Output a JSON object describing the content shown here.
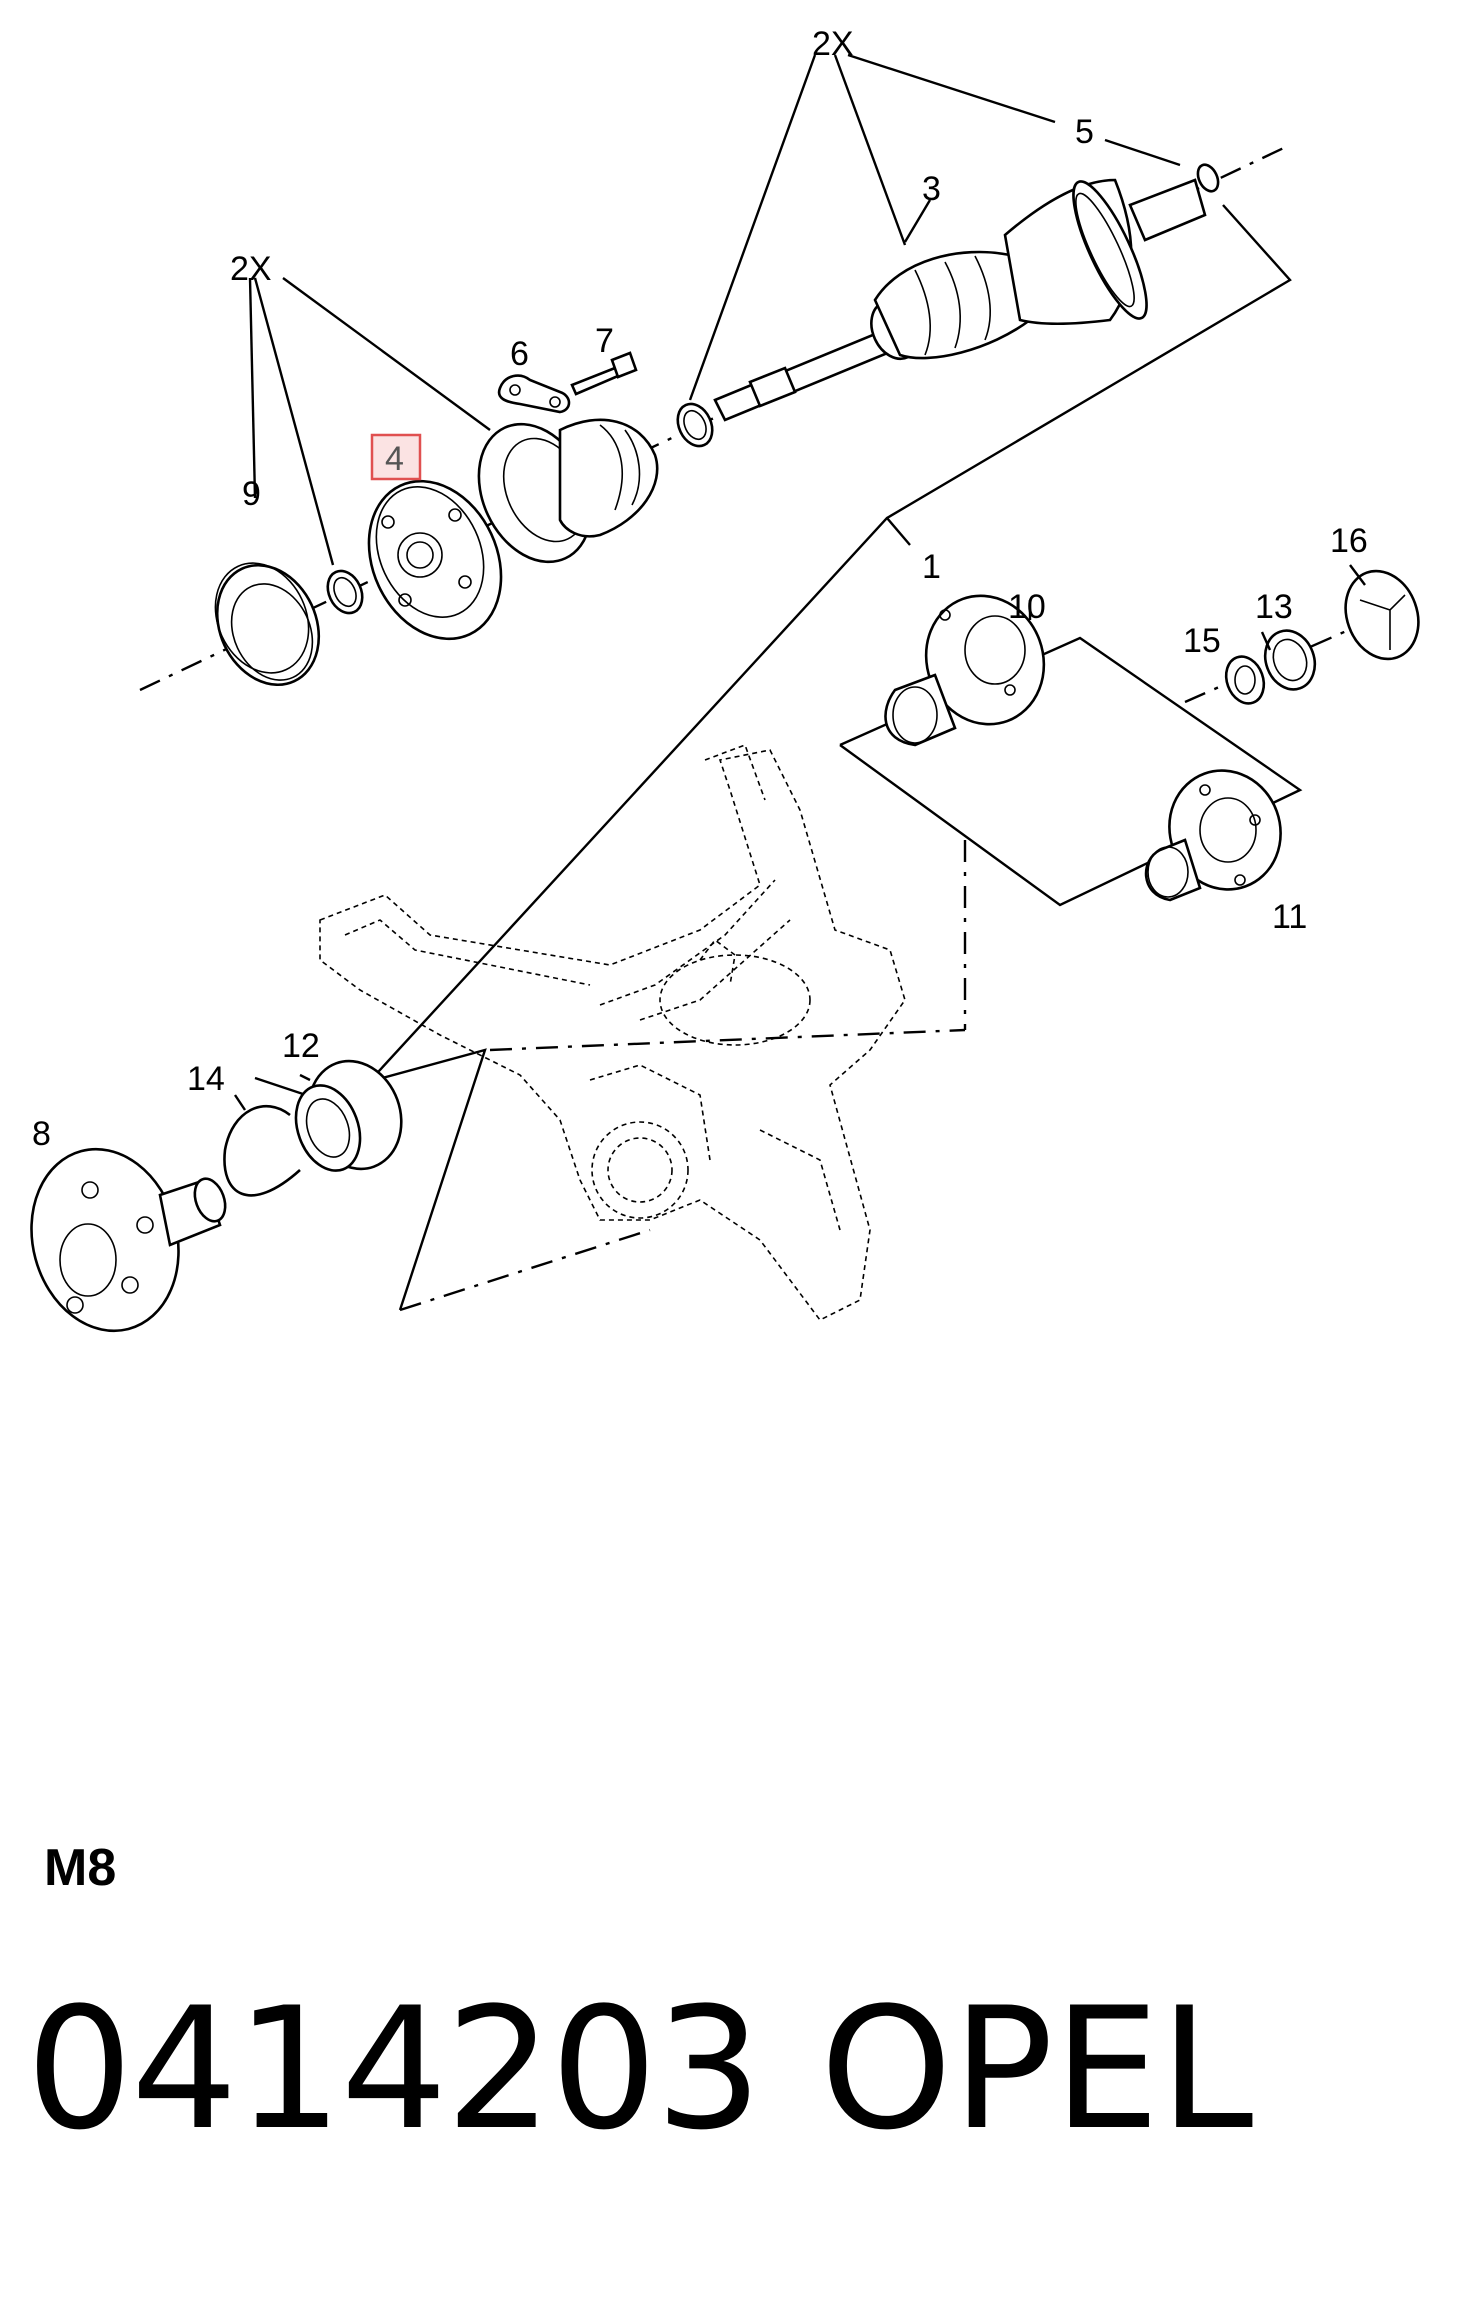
{
  "diagram": {
    "callouts": {
      "c1": "1",
      "c2x_top": "2X",
      "c2x_left": "2X",
      "c3": "3",
      "c4": "4",
      "c5": "5",
      "c6": "6",
      "c7": "7",
      "c8": "8",
      "c9": "9",
      "c10": "10",
      "c11": "11",
      "c12": "12",
      "c13": "13",
      "c14": "14",
      "c15": "15",
      "c16": "16"
    },
    "highlight_color": "#e05050"
  },
  "footer": {
    "code": "M8",
    "part_number": "0414203",
    "brand": "OPEL"
  }
}
